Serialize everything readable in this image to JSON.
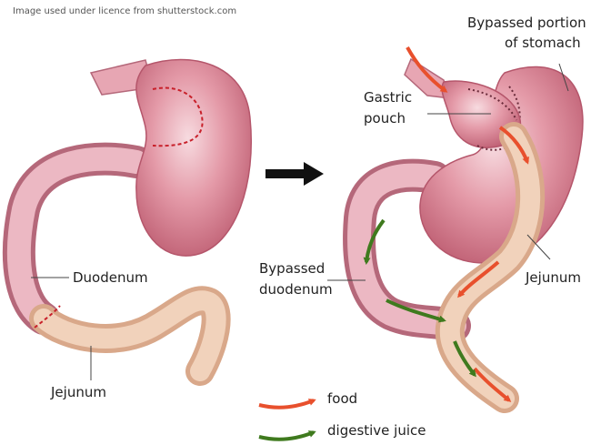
{
  "credit": "Image used under licence from shutterstock.com",
  "labels": {
    "duodenum": "Duodenum",
    "jejunum_left": "Jejunum",
    "bypassed_portion_line1": "Bypassed portion",
    "bypassed_portion_line2": "of stomach",
    "gastric_pouch_line1": "Gastric",
    "gastric_pouch_line2": "pouch",
    "bypassed_duodenum_line1": "Bypassed",
    "bypassed_duodenum_line2": "duodenum",
    "jejunum_right": "Jejunum"
  },
  "legend": {
    "food": "food",
    "digestive_juice": "digestive juice"
  },
  "colors": {
    "food_arrow": "#e8502d",
    "digestive_arrow": "#3f7a1e",
    "stomach": "#d9788a",
    "jejunum": "#eec8a8",
    "cut_line": "#c8202a"
  }
}
